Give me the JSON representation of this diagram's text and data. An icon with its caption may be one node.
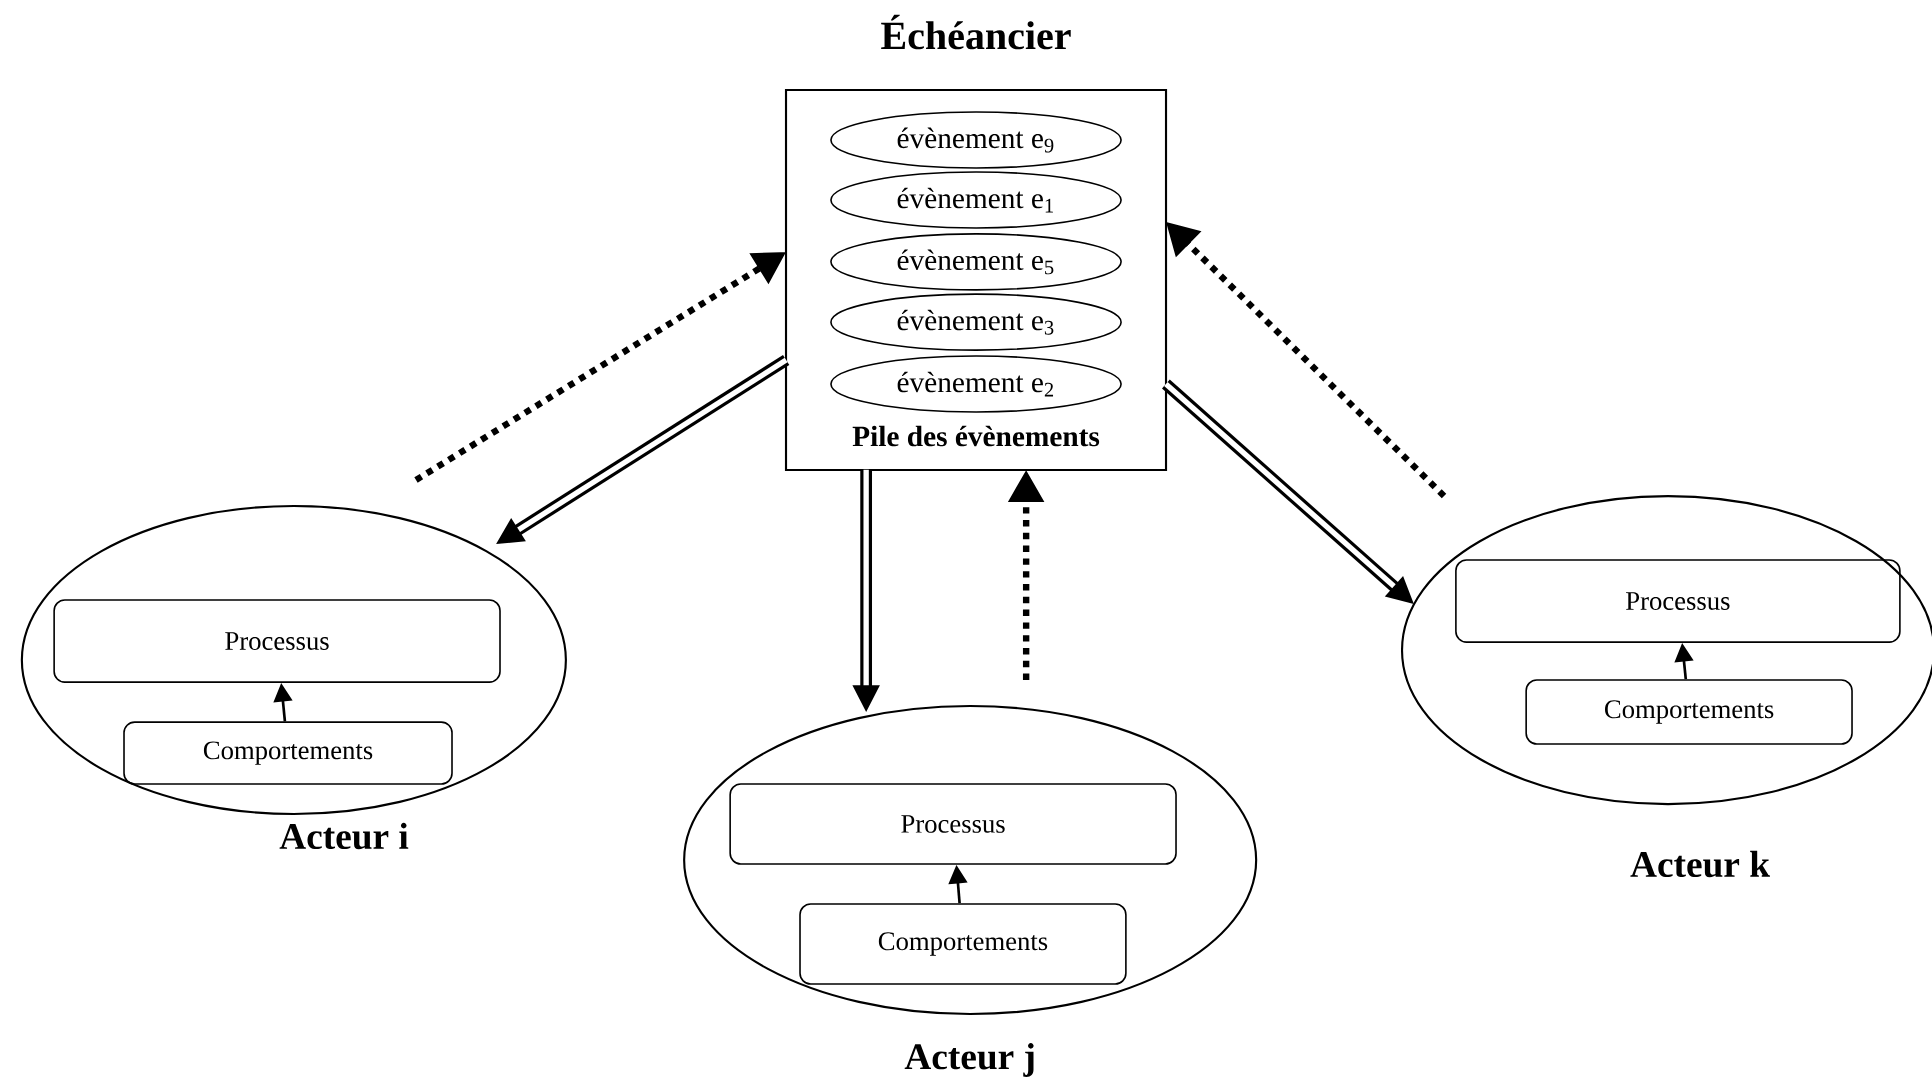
{
  "diagram": {
    "nodes": [
      {
        "text": [
          "Échéancier",
          "Pile des évènements"
        ]
      },
      {
        "text": [
          "évènement e$_{9}$"
        ],
        "in": 0
      },
      {
        "text": [
          "évènement e$_{1}$"
        ],
        "in": 0
      },
      {
        "text": [
          "évènement e$_{5}$"
        ],
        "in": 0
      },
      {
        "text": [
          "évènement e$_{3}$"
        ],
        "in": 0
      },
      {
        "text": [
          "évènement e$_{2}$"
        ],
        "in": 0
      },
      {
        "text": [
          "Acteur i"
        ]
      },
      {
        "text": [
          "Processus"
        ],
        "in": 6
      },
      {
        "text": [
          "Comportements"
        ],
        "in": 6
      },
      {
        "text": [
          "Acteur j"
        ]
      },
      {
        "text": [
          "Processus"
        ],
        "in": 9
      },
      {
        "text": [
          "Comportements"
        ],
        "in": 9
      },
      {
        "text": [
          "Acteur k"
        ]
      },
      {
        "text": [
          "Processus"
        ],
        "in": 12
      },
      {
        "text": [
          "Comportements"
        ],
        "in": 12
      }
    ],
    "edges": [
      {
        "from": 0,
        "to": 6,
        "arrow": "to",
        "style": "thick"
      },
      {
        "from": 6,
        "to": 0,
        "arrow": "to",
        "style": "dashed"
      },
      {
        "from": 0,
        "to": 9,
        "arrow": "to",
        "style": "thick"
      },
      {
        "from": 9,
        "to": 0,
        "arrow": "to",
        "style": "dashed"
      },
      {
        "from": 0,
        "to": 12,
        "arrow": "to",
        "style": "thick"
      },
      {
        "from": 12,
        "to": 0,
        "arrow": "to",
        "style": "dashed"
      },
      {
        "from": 8,
        "to": 7,
        "arrow": "to"
      },
      {
        "from": 11,
        "to": 10,
        "arrow": "to"
      },
      {
        "from": 14,
        "to": 13,
        "arrow": "to"
      }
    ]
  }
}
